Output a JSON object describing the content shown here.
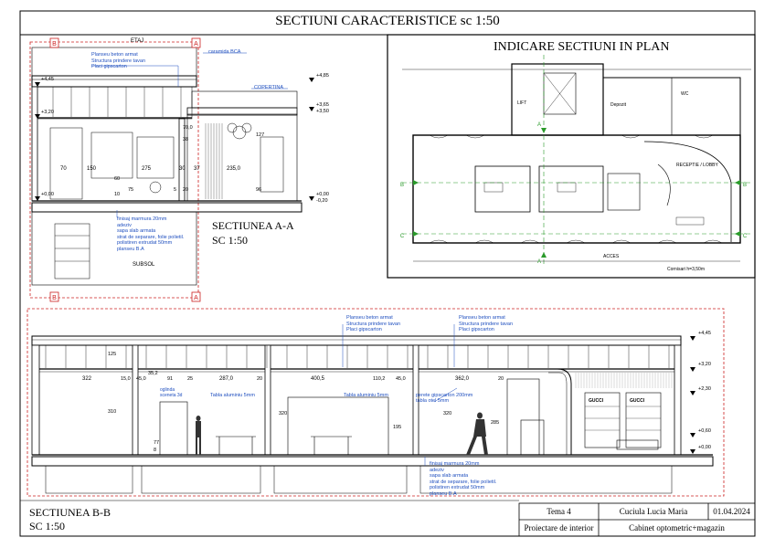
{
  "sheet": {
    "title": "SECTIUNI CARACTERISTICE sc 1:50"
  },
  "plan": {
    "title": "INDICARE SECTIUNI IN PLAN",
    "room_labels": [
      "Depozit",
      "LIFT",
      "WC",
      "RECEPTIE / LOBBY",
      "ACCES"
    ],
    "markers": [
      "A",
      "A",
      "B",
      "B",
      "C",
      "C"
    ],
    "note": "Cornisari h=3,50m"
  },
  "section_aa": {
    "title": "SECTIUNEA A-A",
    "scale": "SC 1:50",
    "floor_above": "ETAJ",
    "floor_below": "SUBSOL",
    "markers": {
      "top_left": "B",
      "top_right": "A",
      "bottom_left": "B",
      "bottom_right": "A"
    },
    "ceiling_notes": [
      "Planseu beton armat",
      "Structura prindere tavan",
      "Placi gipscarton"
    ],
    "roof_note": "caramida BCA",
    "coping_note": "COPERTINA",
    "floor_notes": [
      "finisaj marmura 20mm",
      "adeziv",
      "sapa slab armata",
      "strat de separare, folie polietil.",
      "polistiren extrudat 50mm",
      "planseu B.A"
    ],
    "levels_left": [
      "+4,45",
      "+3,20",
      "+0,00"
    ],
    "levels_right": [
      "+4,85",
      "+3,65",
      "+3,50",
      "+0,00",
      "-0,20"
    ],
    "dims_horizontal": [
      "70",
      "150",
      "275",
      "37",
      "235,0",
      "30"
    ],
    "dims_vertical": [
      "70,0",
      "38",
      "127",
      "96",
      "75",
      "60",
      "10",
      "20",
      "5"
    ]
  },
  "section_bb": {
    "title": "SECTIUNEA B-B",
    "scale": "SC 1:50",
    "ceiling_notes": [
      "Planseu beton armat",
      "Structura prindere tavan",
      "Placi gipscarton"
    ],
    "floor_notes": [
      "finisaj marmura 20mm",
      "adeziv",
      "sapa slab armata",
      "strat de separare, folie polietil.",
      "polistiren extrudat 50mm",
      "planseu B.A"
    ],
    "annotations": [
      "oglinda",
      "sceneta 3d",
      "Tabla aluminiu 5mm",
      "Tabla aluminiu 5mm",
      "perete gipscarton 200mm",
      "tabla otel 5mm"
    ],
    "levels": [
      "+4,45",
      "+3,20",
      "+2,30",
      "+0,60",
      "+0,00"
    ],
    "dims_horizontal": [
      "322",
      "15,0",
      "45,0",
      "35,2",
      "91",
      "25",
      "287,0",
      "20",
      "400,5",
      "110,2",
      "45,0",
      "362,0",
      "20"
    ],
    "dims_vertical": [
      "125",
      "310",
      "77",
      "8",
      "320",
      "195",
      "320",
      "285"
    ],
    "signs": [
      "GUCCI",
      "GUCCI"
    ]
  },
  "title_block": {
    "tema": "Tema 4",
    "author": "Cuciula Lucia Maria",
    "date": "01.04.2024",
    "subject": "Proiectare de interior",
    "project": "Cabinet optometric+magazin"
  },
  "colors": {
    "line": "#000000",
    "annotation": "#1f4fbf",
    "marker_red": "#cc2222",
    "hatch": "#888888"
  }
}
